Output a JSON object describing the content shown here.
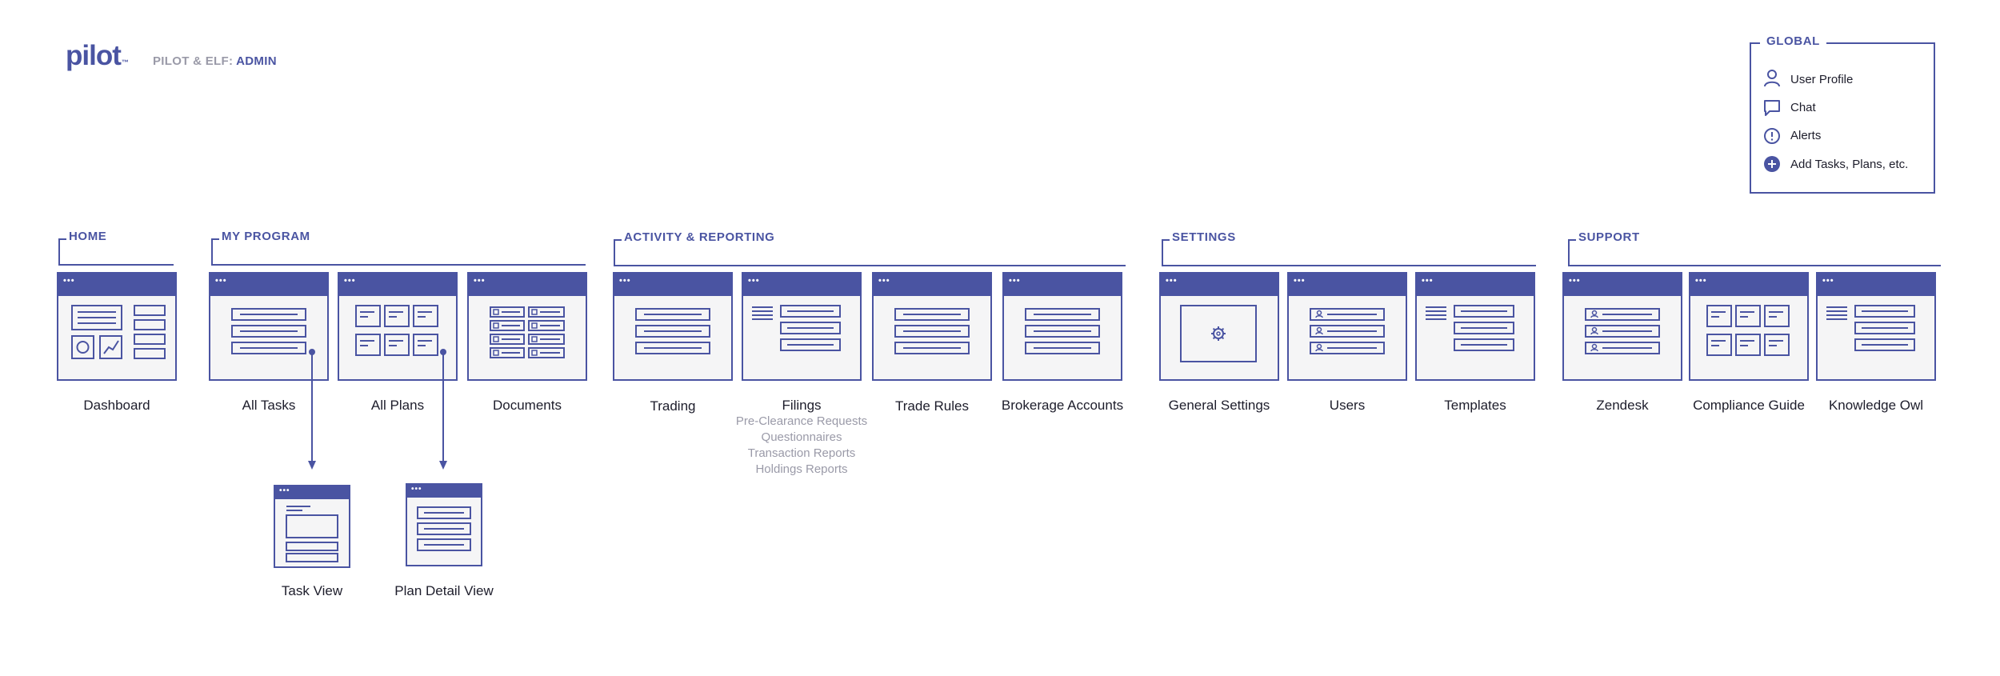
{
  "header": {
    "logo": "pilot",
    "logo_mark": "™",
    "subtitle_prefix": "PILOT & ELF: ",
    "subtitle_accent": "ADMIN"
  },
  "global": {
    "title": "GLOBAL",
    "items": [
      {
        "label": "User Profile",
        "icon": "user-icon"
      },
      {
        "label": "Chat",
        "icon": "chat-icon"
      },
      {
        "label": "Alerts",
        "icon": "alert-icon"
      },
      {
        "label": "Add Tasks, Plans, etc.",
        "icon": "add-icon"
      }
    ]
  },
  "sections": [
    {
      "title": "HOME",
      "pages": [
        "Dashboard"
      ]
    },
    {
      "title": "MY PROGRAM",
      "pages": [
        "All Tasks",
        "All Plans",
        "Documents"
      ]
    },
    {
      "title": "ACTIVITY & REPORTING",
      "pages": [
        "Trading",
        "Filings",
        "Trade Rules",
        "Brokerage Accounts"
      ]
    },
    {
      "title": "SETTINGS",
      "pages": [
        "General Settings",
        "Users",
        "Templates"
      ]
    },
    {
      "title": "SUPPORT",
      "pages": [
        "Zendesk",
        "Compliance Guide",
        "Knowledge Owl"
      ]
    }
  ],
  "filings_subitems": [
    "Pre-Clearance Requests",
    "Questionnaires",
    "Transaction Reports",
    "Holdings Reports"
  ],
  "detail_views": [
    "Task View",
    "Plan Detail View"
  ],
  "colors": {
    "accent": "#4a54a2",
    "muted": "#9a9aa8",
    "page_bg": "#f5f5f6"
  }
}
